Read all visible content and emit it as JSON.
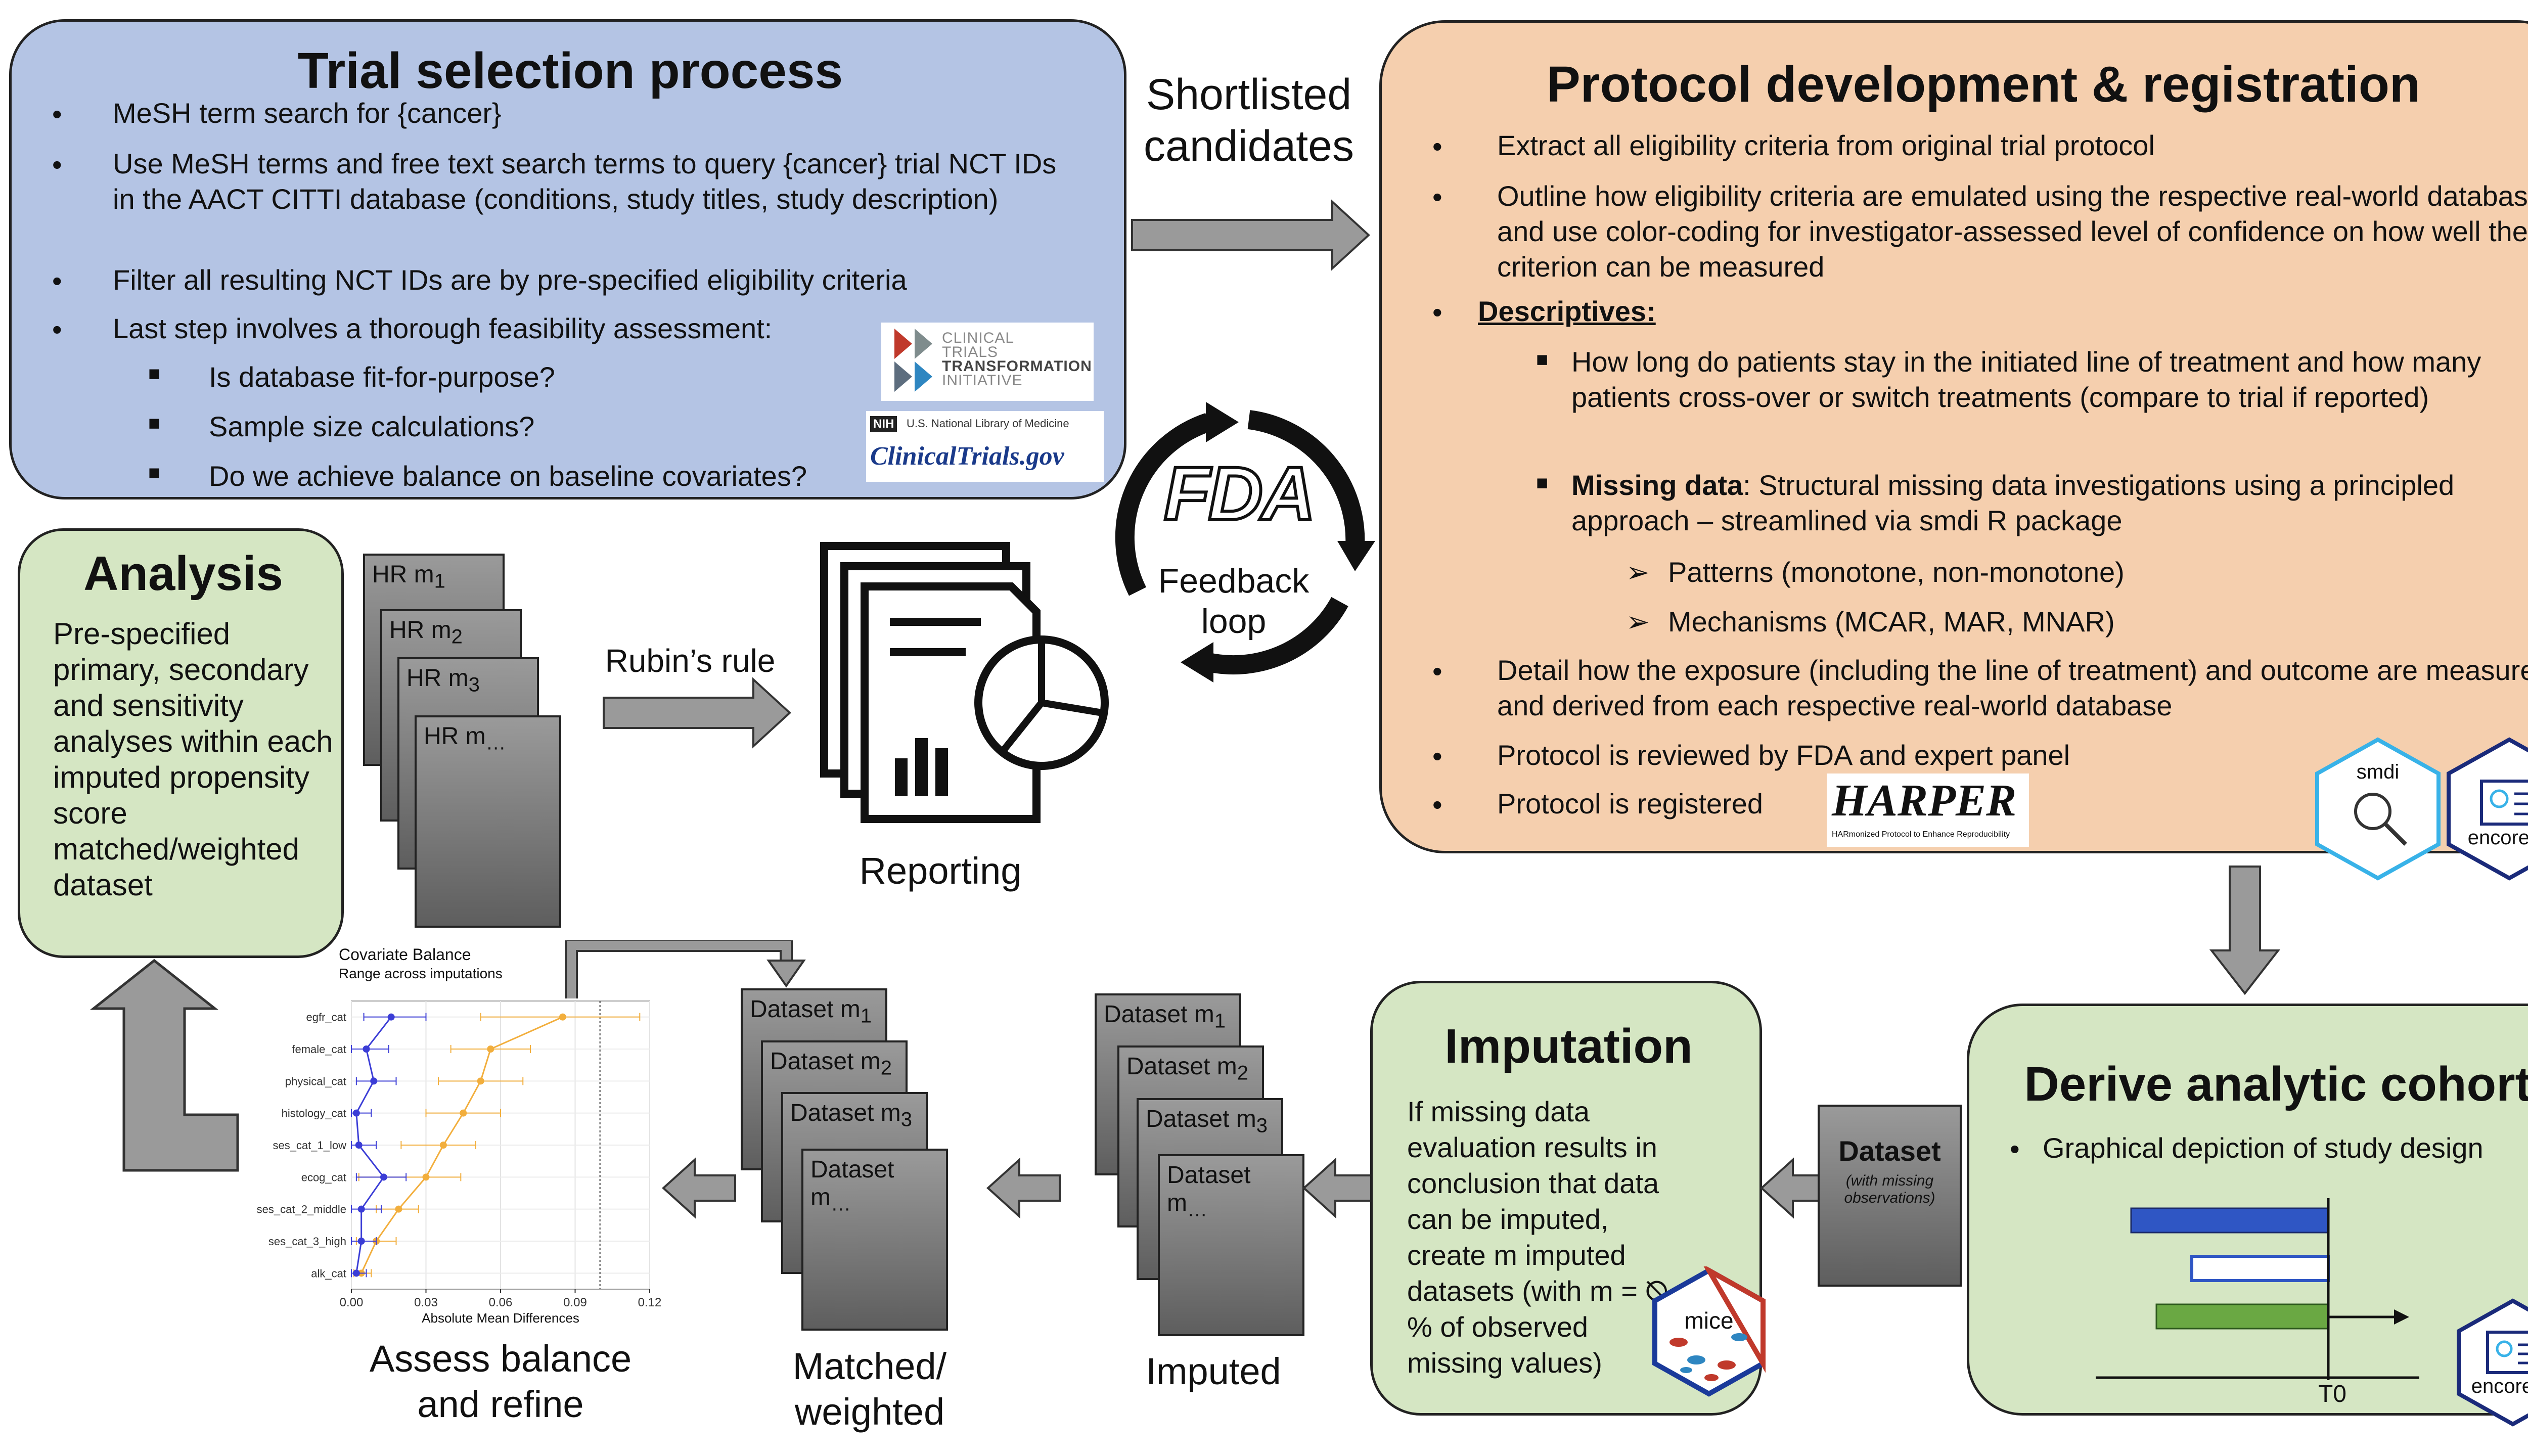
{
  "trial_selection": {
    "title": "Trial selection process",
    "bullets": [
      "MeSH term search for {cancer}",
      "Use MeSH terms and free text search terms to query {cancer} trial NCT IDs in the AACT CITTI database (conditions, study titles, study description)",
      "Filter all resulting NCT IDs are by pre-specified eligibility criteria",
      "Last step involves a thorough feasibility assessment:"
    ],
    "sub_bullets": [
      "Is database fit-for-purpose?",
      "Sample size calculations?",
      "Do we achieve balance on baseline covariates?"
    ],
    "logo_ctti": [
      "CLINICAL",
      "TRIALS",
      "TRANSFORMATION",
      "INITIATIVE"
    ],
    "logo_nih": "NIH",
    "logo_nlm": "U.S. National Library of Medicine",
    "logo_ctgov": "ClinicalTrials.gov"
  },
  "shortlisted": {
    "line1": "Shortlisted",
    "line2": "candidates"
  },
  "protocol": {
    "title": "Protocol development & registration",
    "b1": "Extract all eligibility criteria from original trial protocol",
    "b2": "Outline how eligibility criteria are emulated using the respective real-world database and use color-coding for investigator-assessed level of confidence on how well the criterion can be measured",
    "descriptives": "Descriptives:",
    "sub1": "How long do patients stay in the initiated line of treatment and how many patients cross-over or switch treatments (compare to trial if reported)",
    "missing_label": "Missing data",
    "missing_rest": ": Structural missing data investigations using a principled approach – streamlined via smdi R package",
    "arrow1": "Patterns (monotone, non-monotone)",
    "arrow2": "Mechanisms (MCAR, MAR, MNAR)",
    "b3": "Detail how the exposure (including the line of treatment) and outcome are measured and derived from each respective real-world database",
    "b4": "Protocol is reviewed by FDA and expert panel",
    "b5": "Protocol is registered",
    "harper": "HARPER",
    "harper_sub": "HARmonized Protocol to Enhance Reproducibility",
    "smdi": "smdi",
    "encore": "encore.io"
  },
  "fda": {
    "logo": "FDA",
    "line1": "Feedback",
    "line2": "loop"
  },
  "reporting": {
    "label": "Reporting"
  },
  "rubin": {
    "label": "Rubin’s rule"
  },
  "hr_cards": [
    {
      "base": "HR m",
      "sub": "1"
    },
    {
      "base": "HR m",
      "sub": "2"
    },
    {
      "base": "HR m",
      "sub": "3"
    },
    {
      "base": "HR m",
      "sub": "…"
    }
  ],
  "analysis": {
    "title": "Analysis",
    "body": "Pre-specified primary, secondary and sensitivity analyses within each imputed propensity score matched/weighted dataset"
  },
  "balance": {
    "line1": "Assess balance",
    "line2": "and refine"
  },
  "matched": {
    "line1": "Matched/",
    "line2": "weighted"
  },
  "imputed_label": "Imputed",
  "matched_cards": [
    {
      "base": "Dataset m",
      "sub": "1"
    },
    {
      "base": "Dataset m",
      "sub": "2"
    },
    {
      "base": "Dataset m",
      "sub": "3"
    },
    {
      "base": "Dataset m",
      "sub": "…"
    }
  ],
  "imputed_cards": [
    {
      "base": "Dataset m",
      "sub": "1"
    },
    {
      "base": "Dataset m",
      "sub": "2"
    },
    {
      "base": "Dataset m",
      "sub": "3"
    },
    {
      "base": "Dataset m",
      "sub": "…"
    }
  ],
  "imputation": {
    "title": "Imputation",
    "body": "If missing data evaluation results in conclusion that data can be imputed, create m imputed datasets (with m = ⦰ % of observed missing values)",
    "mice": "mice"
  },
  "dataset_box": {
    "title": "Dataset",
    "sub": "(with missing observations)"
  },
  "cohort": {
    "title": "Derive analytic cohort",
    "bullet": "Graphical depiction of study design",
    "t0": "T0",
    "encore": "encore.io"
  },
  "colors": {
    "trial_panel": "#b4c4e4",
    "protocol_panel": "#f5cfae",
    "green_panel": "#d5e6c3",
    "orange_series": "#f2ae3c",
    "blue_series": "#3b3dd6",
    "bar_blue": "#2f56c4",
    "bar_green": "#6aa843"
  },
  "chart_data": {
    "type": "scatter",
    "title": "Covariate Balance",
    "subtitle": "Range across imputations",
    "xlabel": "Absolute Mean Differences",
    "ylabel": "",
    "categories": [
      "egfr_cat",
      "female_cat",
      "physical_cat",
      "histology_cat",
      "ses_cat_1_low",
      "ecog_cat",
      "ses_cat_2_middle",
      "ses_cat_3_high",
      "alk_cat"
    ],
    "x_ticks": [
      "0.00",
      "0.03",
      "0.06",
      "0.09",
      "0.12"
    ],
    "xlim": [
      0,
      0.12
    ],
    "threshold": 0.1,
    "grid": true,
    "series": [
      {
        "values": [
          0.085,
          0.056,
          0.052,
          0.045,
          0.037,
          0.03,
          0.019,
          0.01,
          0.004
        ],
        "lo": [
          0.052,
          0.04,
          0.035,
          0.03,
          0.02,
          0.003,
          0.01,
          0.002,
          0.001
        ],
        "hi": [
          0.116,
          0.072,
          0.069,
          0.06,
          0.05,
          0.044,
          0.027,
          0.018,
          0.008
        ]
      },
      {
        "values": [
          0.016,
          0.006,
          0.009,
          0.002,
          0.003,
          0.013,
          0.004,
          0.004,
          0.002
        ],
        "lo": [
          0.005,
          0.0,
          0.002,
          0.0,
          0.0,
          0.002,
          0.0,
          0.0,
          0.0
        ],
        "hi": [
          0.03,
          0.015,
          0.018,
          0.008,
          0.01,
          0.022,
          0.012,
          0.01,
          0.006
        ]
      }
    ]
  }
}
